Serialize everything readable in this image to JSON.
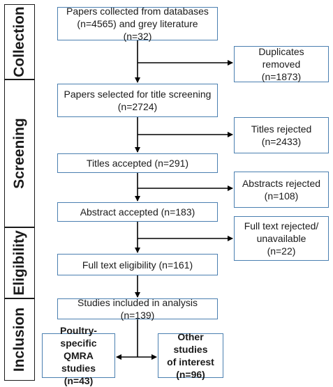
{
  "stages": [
    "Collection",
    "Screening",
    "Eligibility",
    "Inclusion"
  ],
  "boxes": {
    "collected": "Papers collected from databases\n(n=4565) and grey literature (n=32)",
    "duplicates": "Duplicates removed\n(n=1873)",
    "title_screening": "Papers selected for title screening\n(n=2724)",
    "titles_rejected": "Titles rejected\n(n=2433)",
    "titles_accepted": "Titles accepted (n=291)",
    "abstracts_rejected": "Abstracts rejected\n(n=108)",
    "abstract_accepted": "Abstract accepted (n=183)",
    "fulltext_rejected": "Full text rejected/\nunavailable\n(n=22)",
    "fulltext_eligibility": "Full text eligibility (n=161)",
    "included": "Studies included in analysis (n=139)",
    "poultry": "Poultry-specific\nQMRA studies\n(n=43)",
    "other": "Other studies\nof interest\n(n=96)"
  }
}
